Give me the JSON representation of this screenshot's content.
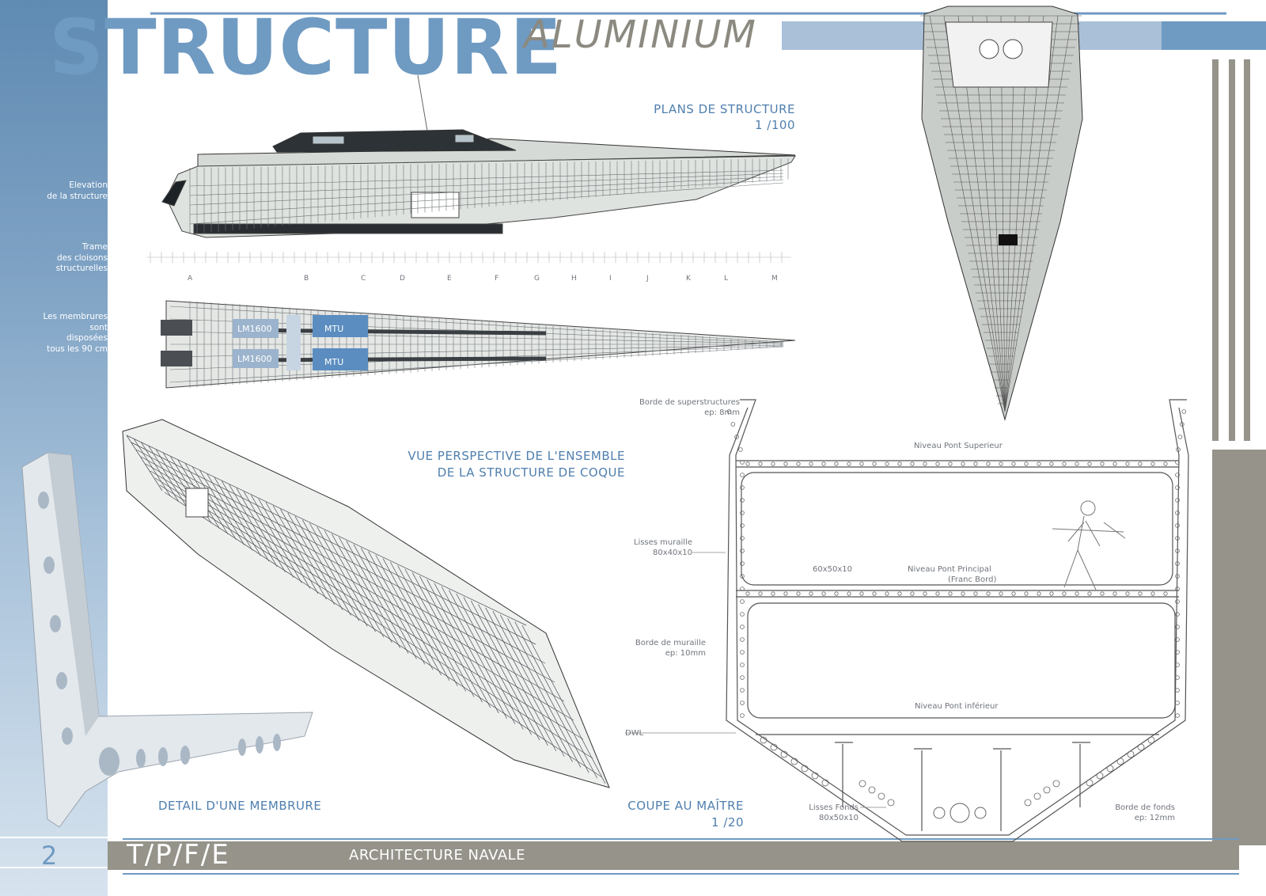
{
  "header": {
    "title": "STRUCTURE",
    "subtitle": "ALUMINIUM"
  },
  "sidebar": {
    "notes": [
      "Elevation\nde la structure",
      "Trame\ndes cloisons\nstructurelles",
      "Les membrures\nsont\ndisposées\ntous les 90 cm"
    ]
  },
  "plans": {
    "title": "PLANS DE STRUCTURE",
    "scale": "1 /100",
    "frame_letters": [
      "A",
      "B",
      "C",
      "D",
      "E",
      "F",
      "G",
      "H",
      "I",
      "J",
      "K",
      "L",
      "M"
    ],
    "engine_labels": [
      "LM1600",
      "LM1600"
    ],
    "mtu_labels": [
      "MTU",
      "MTU"
    ]
  },
  "perspective": {
    "title_line1": "VUE PERSPECTIVE DE L'ENSEMBLE",
    "title_line2": "DE LA STRUCTURE DE COQUE"
  },
  "detail": {
    "title": "DETAIL D'UNE MEMBRURE"
  },
  "section": {
    "title": "COUPE AU MAÎTRE",
    "scale": "1 /20",
    "borde_superstructures": "Borde de superstructures",
    "borde_superstructures_ep": "ep: 8mm",
    "niveau_superieur": "Niveau Pont Superieur",
    "lisses_muraille": "Lisses muraille",
    "lisses_muraille_dim": "80x40x10",
    "dim_60": "60x50x10",
    "niveau_principal": "Niveau Pont Principal",
    "franc_bord": "(Franc Bord)",
    "borde_muraille": "Borde de muraille",
    "borde_muraille_ep": "ep: 10mm",
    "niveau_inferieur": "Niveau Pont inférieur",
    "dwl": "DWL",
    "lisses_fonds": "Lisses Fonds",
    "lisses_fonds_dim": "80x50x10",
    "borde_fonds": "Borde de fonds",
    "borde_fonds_ep": "ep: 12mm"
  },
  "footer": {
    "page_number": "2",
    "left": "T/P/F/E",
    "right": "ARCHITECTURE NAVALE"
  },
  "colors": {
    "accent_blue": "#6f9ac2",
    "label_blue": "#4f7fae",
    "taupe": "#95938a",
    "engine_block": "#5b8dc0"
  }
}
